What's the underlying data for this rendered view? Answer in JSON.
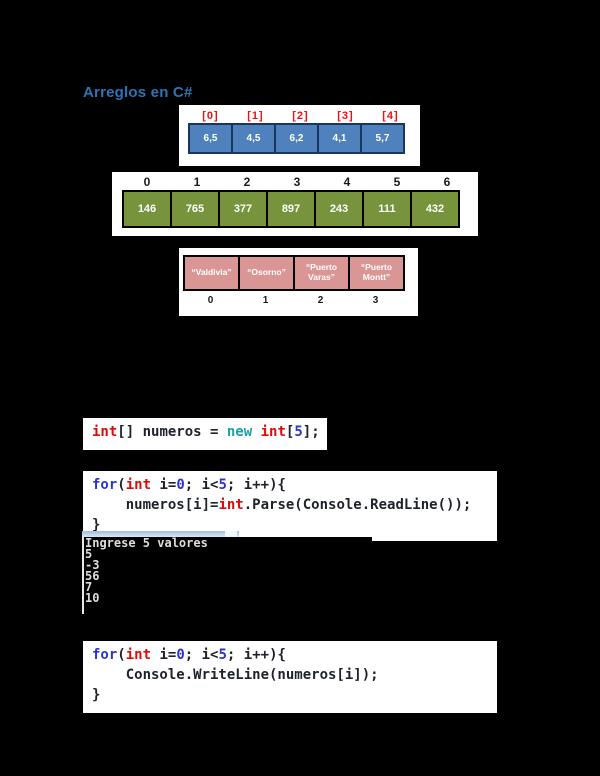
{
  "title": {
    "text": "Arreglos en C#",
    "color": "#2E74B5"
  },
  "arrays": {
    "decimal": {
      "indices": [
        "[0]",
        "[1]",
        "[2]",
        "[3]",
        "[4]"
      ],
      "values": [
        "6,5",
        "4,5",
        "6,2",
        "4,1",
        "5,7"
      ],
      "cell_color": "#4F81BD",
      "cell_border": "#17375D",
      "index_color": "#EE1111"
    },
    "integer": {
      "indices": [
        "0",
        "1",
        "2",
        "3",
        "4",
        "5",
        "6"
      ],
      "values": [
        "146",
        "765",
        "377",
        "897",
        "243",
        "111",
        "432"
      ],
      "cell_color": "#77933C",
      "cell_border": "#000000",
      "index_color": "#1A1A1A"
    },
    "string": {
      "indices": [
        "0",
        "1",
        "2",
        "3"
      ],
      "values": [
        "“Valdivia”",
        "“Osorno”",
        "“Puerto Varas”",
        "“Puerto Montt”"
      ],
      "cell_color": "#D99694",
      "cell_border": "#000000",
      "index_color": "#1A1A1A"
    }
  },
  "code": {
    "colors": {
      "red": "#DC0A0A",
      "blue": "#2B35CE",
      "teal": "#17A2A8",
      "num": "#2B35CE",
      "plain": "#1E222B"
    },
    "declaration": {
      "lines": [
        [
          [
            "int",
            "red"
          ],
          [
            "[] numeros = ",
            "plain"
          ],
          [
            "new",
            "teal"
          ],
          [
            " ",
            "plain"
          ],
          [
            "int",
            "red"
          ],
          [
            "[",
            "plain"
          ],
          [
            "5",
            "num"
          ],
          [
            "];",
            "plain"
          ]
        ]
      ]
    },
    "input_loop": {
      "lines": [
        [
          [
            "for",
            "blue"
          ],
          [
            "(",
            "plain"
          ],
          [
            "int",
            "red"
          ],
          [
            " i=",
            "plain"
          ],
          [
            "0",
            "num"
          ],
          [
            "; i<",
            "plain"
          ],
          [
            "5",
            "num"
          ],
          [
            "; i++){",
            "plain"
          ]
        ],
        [
          [
            "    numeros[i]=",
            "plain"
          ],
          [
            "int",
            "red"
          ],
          [
            ".Parse(Console.ReadLine());",
            "plain"
          ]
        ],
        [
          [
            "}",
            "plain"
          ]
        ]
      ]
    },
    "output_loop": {
      "lines": [
        [
          [
            "for",
            "blue"
          ],
          [
            "(",
            "plain"
          ],
          [
            "int",
            "red"
          ],
          [
            " i=",
            "plain"
          ],
          [
            "0",
            "num"
          ],
          [
            "; i<",
            "plain"
          ],
          [
            "5",
            "num"
          ],
          [
            "; i++){",
            "plain"
          ]
        ],
        [
          [
            "    Console.WriteLine(numeros[i]);",
            "plain"
          ]
        ],
        [
          [
            "}",
            "plain"
          ]
        ]
      ]
    }
  },
  "console": {
    "lines": [
      "Ingrese 5 valores",
      "5",
      "-3",
      "56",
      "7",
      "10"
    ]
  }
}
